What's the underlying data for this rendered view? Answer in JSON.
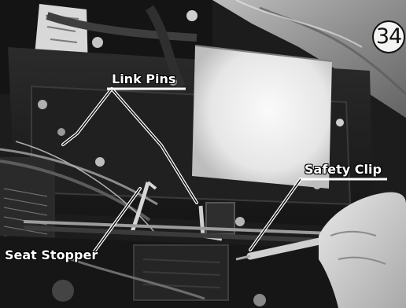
{
  "figure_number": "34",
  "callouts": [
    {
      "text": "Link Pins"
    },
    {
      "text": "Safety Clip"
    },
    {
      "text": "Seat Stopper"
    }
  ]
}
